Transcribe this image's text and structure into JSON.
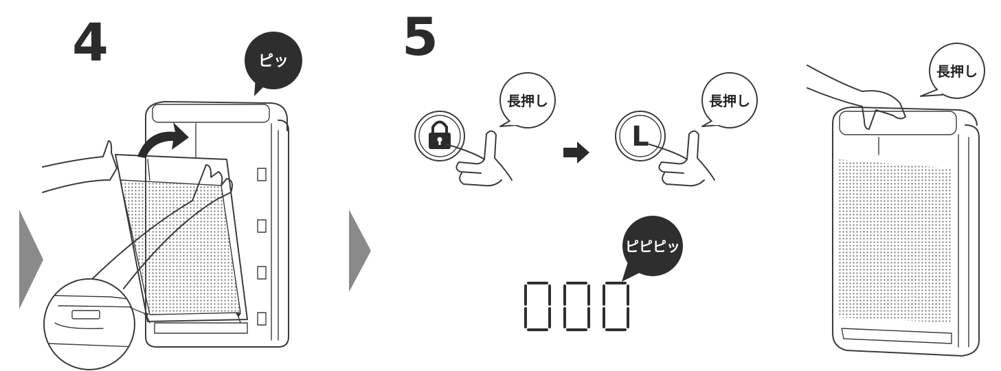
{
  "steps": [
    {
      "number": "4",
      "bubble": "ピッ"
    },
    {
      "number": "5",
      "bubble_lock": "長押し",
      "bubble_l": "長押し",
      "l_letter": "L",
      "bubble_beep": "ピピピッ",
      "display": "000",
      "bubble_unit": "長押し"
    }
  ],
  "colors": {
    "ink": "#2b2b2b",
    "dark_bubble": "#2e2e2e",
    "chevron": "#8a8a8a",
    "mesh": "#6e6e6e"
  },
  "icons": [
    "lock-icon",
    "arrow-right-icon",
    "chevron-right-icon",
    "pointing-hand-icon"
  ]
}
